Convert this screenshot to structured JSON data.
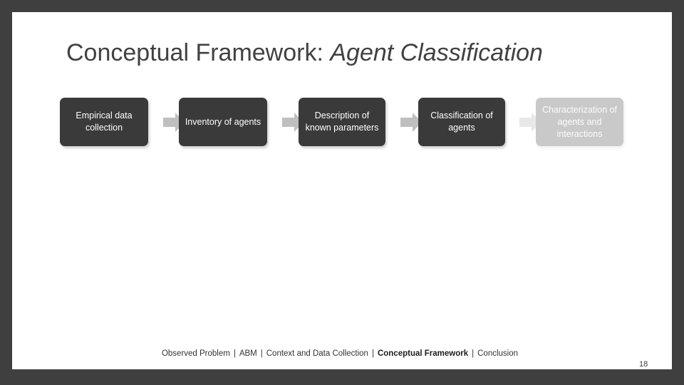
{
  "slide": {
    "title_regular": "Conceptual Framework: ",
    "title_italic": "Agent Classification",
    "page_number": "18",
    "background_color": "#ffffff",
    "frame_color": "#3f3f3f",
    "title_color": "#414141"
  },
  "flow": {
    "box_color": "#3a3a3a",
    "box_text_color": "#ffffff",
    "faded_box_color": "#c9c9c9",
    "arrow_color": "#bfbfbf",
    "faded_arrow_color": "#e8e8e8",
    "steps": [
      {
        "label": "Empirical data collection",
        "faded": false
      },
      {
        "label": "Inventory of agents",
        "faded": false
      },
      {
        "label": "Description of known parameters",
        "faded": false
      },
      {
        "label": "Classification of agents",
        "faded": false
      },
      {
        "label": "Characterization of agents and interactions",
        "faded": true
      }
    ],
    "arrows": [
      {
        "name": "flow-arrow-1",
        "faded": false
      },
      {
        "name": "flow-arrow-2",
        "faded": false
      },
      {
        "name": "flow-arrow-3",
        "faded": false
      },
      {
        "name": "flow-arrow-4",
        "faded": true
      }
    ]
  },
  "footer": {
    "items": [
      {
        "label": "Observed Problem",
        "active": false
      },
      {
        "label": "ABM",
        "active": false
      },
      {
        "label": "Context and Data Collection",
        "active": false
      },
      {
        "label": "Conceptual Framework",
        "active": true
      },
      {
        "label": "Conclusion",
        "active": false
      }
    ],
    "separator": "|"
  }
}
